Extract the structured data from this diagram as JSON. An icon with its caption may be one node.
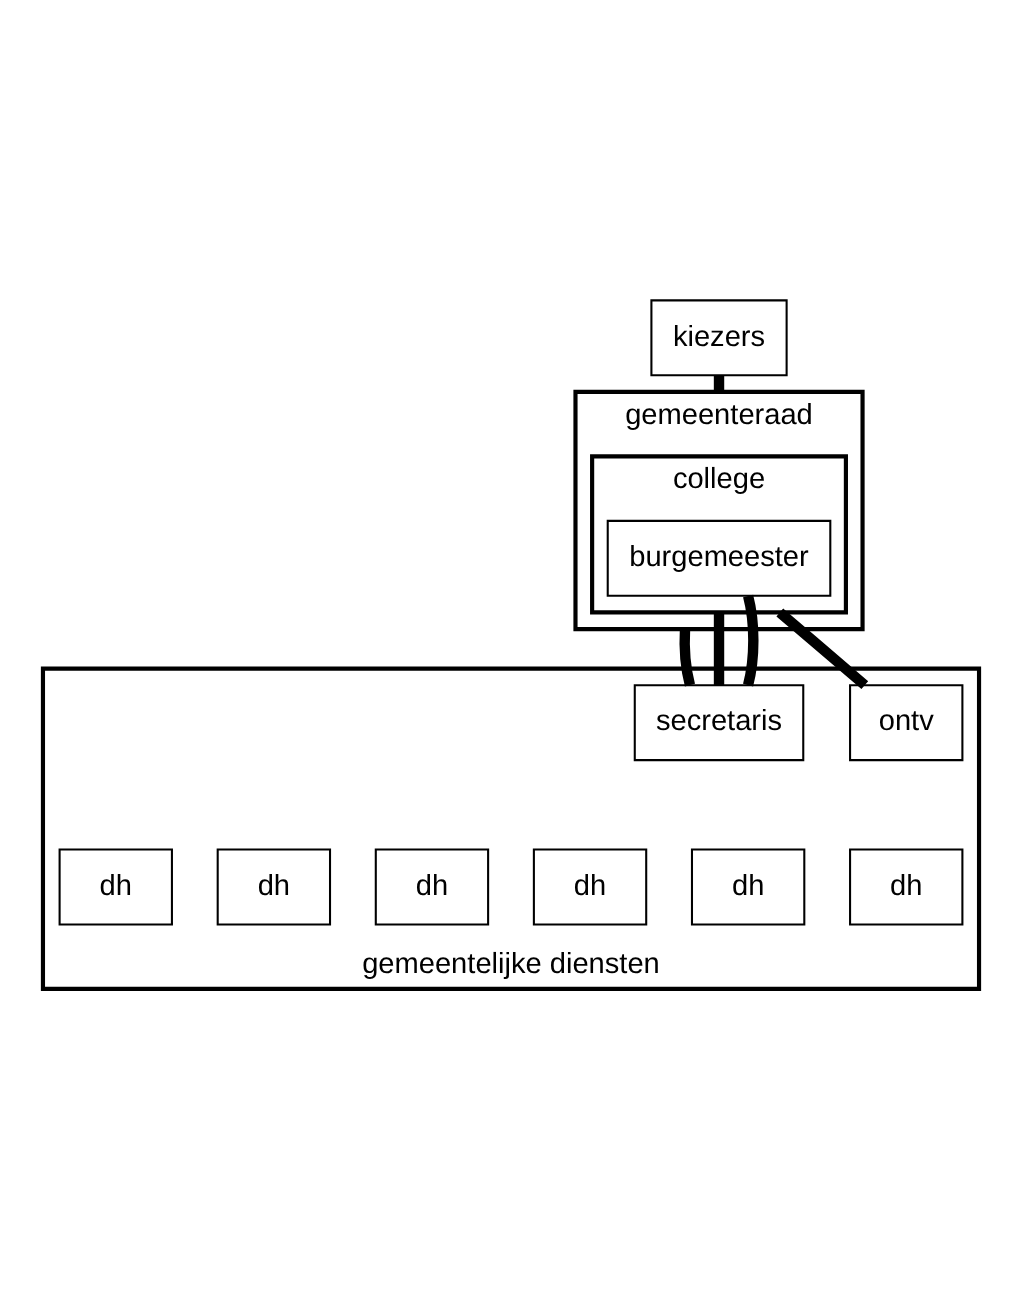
{
  "diagram": {
    "nodes": [
      {
        "text": [
          "kiezers"
        ]
      },
      {
        "text": [
          "gemeenteraad"
        ]
      },
      {
        "text": [
          "college"
        ],
        "in": 1
      },
      {
        "text": [
          "burgemeester"
        ],
        "in": 2
      },
      {
        "text": [
          "gemeentelijke diensten"
        ]
      },
      {
        "text": [
          "secretaris"
        ],
        "in": 4
      },
      {
        "text": [
          "ontv"
        ],
        "in": 4
      },
      {
        "text": [
          "dh"
        ],
        "in": 4
      },
      {
        "text": [
          "dh"
        ],
        "in": 4
      },
      {
        "text": [
          "dh"
        ],
        "in": 4
      },
      {
        "text": [
          "dh"
        ],
        "in": 4
      },
      {
        "text": [
          "dh"
        ],
        "in": 4
      },
      {
        "text": [
          "dh"
        ],
        "in": 4
      }
    ],
    "edges": [
      {
        "from": 0,
        "to": 1,
        "arrow": "none"
      },
      {
        "from": 1,
        "to": 5,
        "arrow": "none"
      },
      {
        "from": 2,
        "to": 5,
        "arrow": "none"
      },
      {
        "from": 3,
        "to": 5,
        "arrow": "none"
      },
      {
        "from": 2,
        "to": 6,
        "arrow": "none"
      }
    ]
  }
}
